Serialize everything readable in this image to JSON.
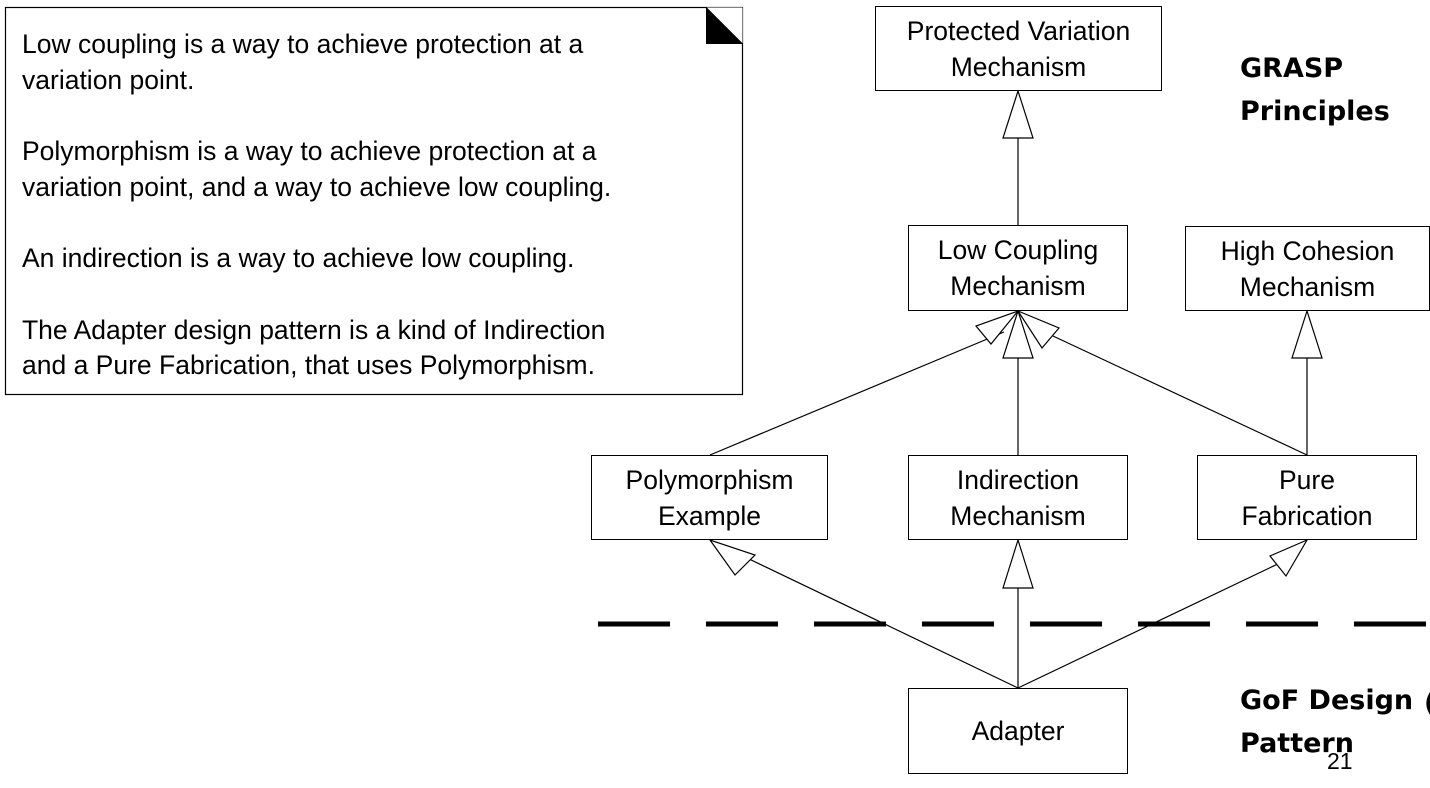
{
  "note": {
    "paragraphs": [
      "Low coupling is a way to achieve protection at a\nvariation point.",
      "Polymorphism is a way to achieve protection at a\nvariation point, and a way to achieve low coupling.",
      "An indirection is a way to achieve low coupling.",
      "The Adapter design pattern is a kind of Indirection\nand a Pure Fabrication, that uses Polymorphism."
    ]
  },
  "boxes": {
    "protected_variation": "Protected Variation\nMechanism",
    "low_coupling": "Low Coupling\nMechanism",
    "high_cohesion": "High Cohesion\nMechanism",
    "polymorphism": "Polymorphism\nExample",
    "indirection": "Indirection\nMechanism",
    "pure_fabrication": "Pure\nFabrication",
    "adapter": "Adapter"
  },
  "regions": {
    "grasp": "GRASP\nPrinciples",
    "gof": "GoF Design\nPattern"
  },
  "page_number": "21",
  "clipped_char": "("
}
